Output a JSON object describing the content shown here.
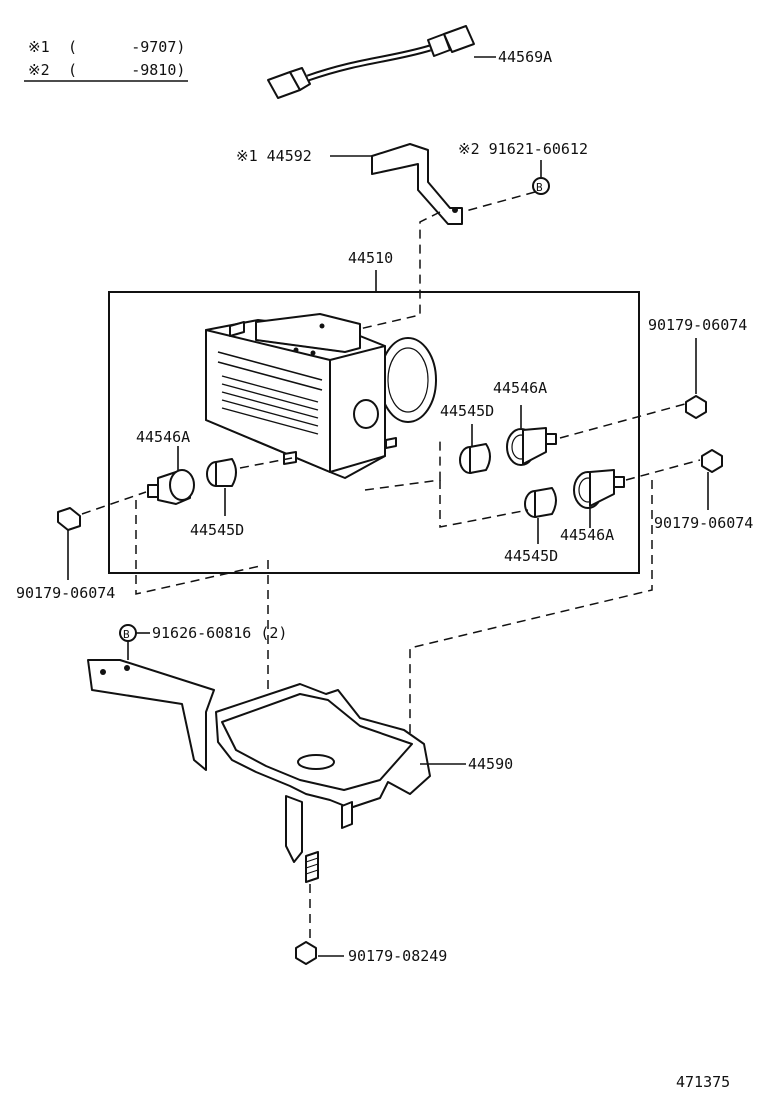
{
  "legend": {
    "rows": [
      {
        "mark": "※1",
        "range": "(      -9707)"
      },
      {
        "mark": "※2",
        "range": "(      -9810)"
      }
    ]
  },
  "callouts": {
    "wire_harness": "44569A",
    "bracket": "※1 44592",
    "bolt_top": "※2 91621-60612",
    "bolt_top_marker": "B",
    "actuator_assy": "44510",
    "nut_right_top": "90179-06074",
    "cushion_a_top": "44546A",
    "grommet_d_top": "44545D",
    "cushion_a_left": "44546A",
    "grommet_d_left": "44545D",
    "nut_right_bottom": "90179-06074",
    "grommet_d_bottom": "44545D",
    "cushion_a_bottom": "44546A",
    "nut_left": "90179-06074",
    "bolt_bracket_marker": "B",
    "bolt_bracket": "91626-60816 (2)",
    "bracket_tray": "44590",
    "nut_bottom": "90179-08249"
  },
  "figure_number": "471375"
}
